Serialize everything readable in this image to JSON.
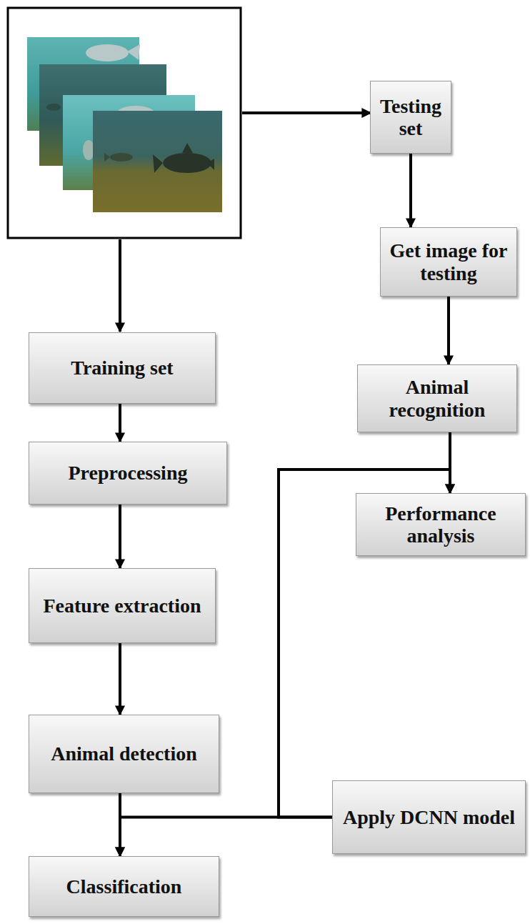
{
  "diagram": {
    "nodes": [
      {
        "text": [
          "Testing set"
        ]
      },
      {
        "text": [
          "Get image for testing"
        ]
      },
      {
        "text": [
          "Animal recognition"
        ]
      },
      {
        "text": [
          "Training set"
        ]
      },
      {
        "text": [
          "Performance analysis"
        ]
      },
      {
        "text": [
          "Preprocessing"
        ]
      },
      {
        "text": [
          "Feature extraction"
        ]
      },
      {
        "text": [
          "Animal detection"
        ]
      },
      {
        "text": [
          "Apply DCNN model"
        ]
      },
      {
        "text": [
          "Classification"
        ]
      }
    ],
    "edges": [
      {
        "from": 0,
        "to": 1,
        "arrow": "to"
      },
      {
        "from": 1,
        "to": 2,
        "arrow": "to"
      },
      {
        "from": 2,
        "to": 4,
        "arrow": "to"
      },
      {
        "from": 3,
        "to": 5,
        "arrow": "to"
      },
      {
        "from": 5,
        "to": 6,
        "arrow": "to"
      },
      {
        "from": 6,
        "to": 7,
        "arrow": "to"
      },
      {
        "from": 7,
        "to": 9,
        "arrow": "to"
      },
      {
        "from": 8,
        "to": 9,
        "arrow": "to"
      },
      {
        "from": 8,
        "to": 4,
        "arrow": "to"
      }
    ]
  }
}
